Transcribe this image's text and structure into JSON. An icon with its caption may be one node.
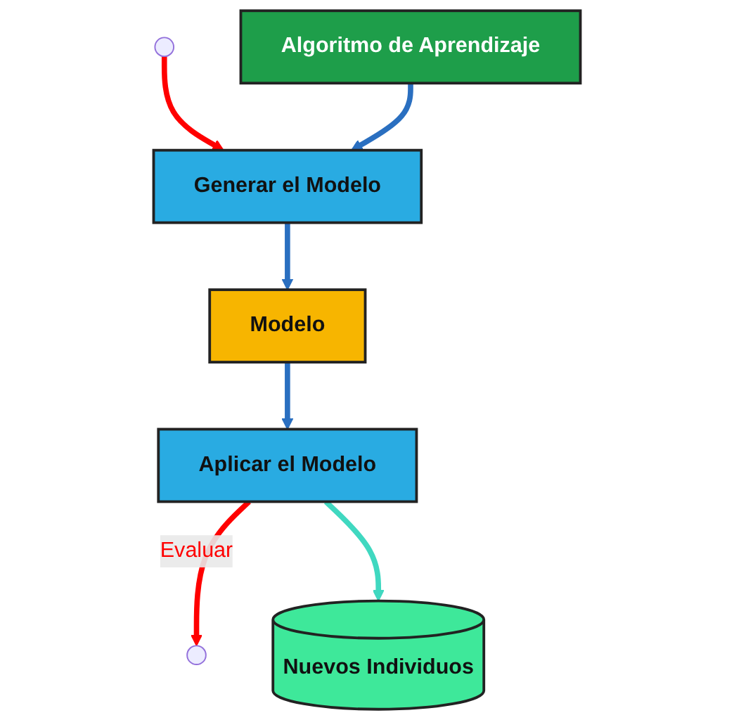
{
  "diagram": {
    "nodes": [
      {
        "text": [
          "Algoritmo de Aprendizaje"
        ]
      },
      {
        "text": [
          "Generar el Modelo"
        ]
      },
      {
        "text": [
          "Modelo"
        ]
      },
      {
        "text": [
          "Aplicar el Modelo"
        ]
      },
      {
        "text": [
          "Nuevos Individuos"
        ]
      }
    ],
    "edges": [
      {
        "from": null,
        "to": 1,
        "arrow": "to",
        "color": "#ff0000"
      },
      {
        "from": 0,
        "to": 1,
        "arrow": "to"
      },
      {
        "from": 1,
        "to": 2,
        "arrow": "to"
      },
      {
        "from": 2,
        "to": 3,
        "arrow": "to"
      },
      {
        "from": 3,
        "to": null,
        "arrow": "to",
        "label": "Evaluar",
        "color": "#ff0000"
      },
      {
        "from": 3,
        "to": 4,
        "arrow": "to",
        "color": "#40d8c0"
      }
    ]
  }
}
